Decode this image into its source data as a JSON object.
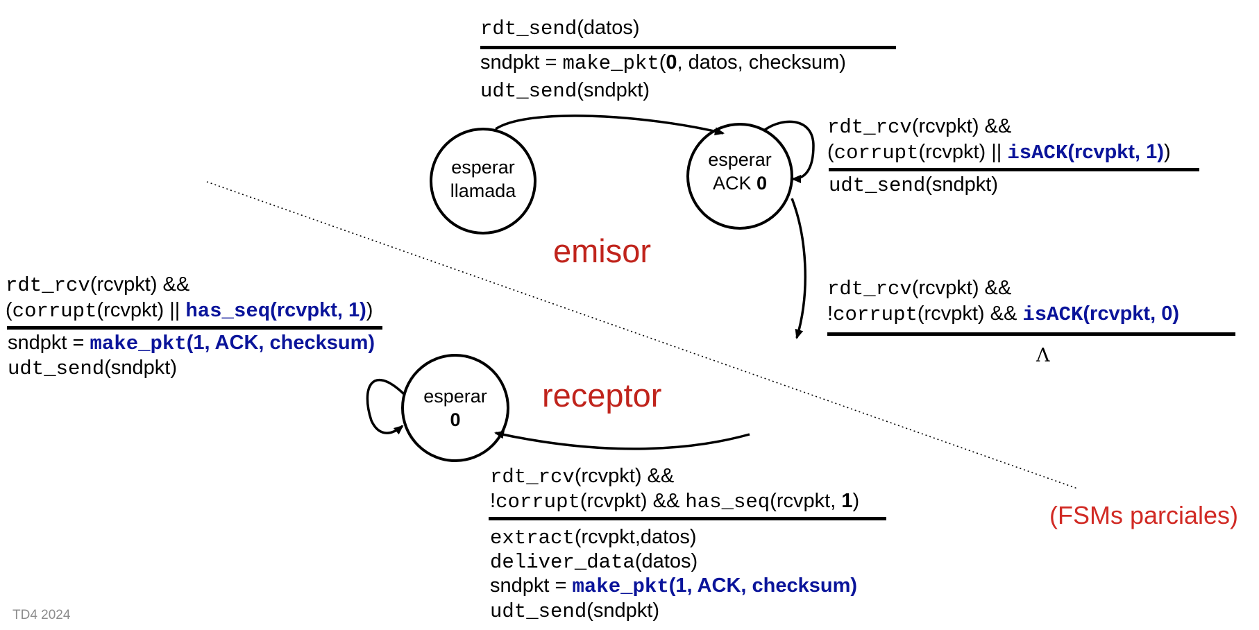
{
  "sender_top": {
    "event_fn": "rdt_send",
    "event_arg": "(datos)",
    "action1_lhs": "sndpkt = ",
    "action1_fn": "make_pkt",
    "action1_open": "(",
    "action1_seq": "0",
    "action1_rest": ", datos, checksum)",
    "action2_fn": "udt_send",
    "action2_arg": "(sndpkt)"
  },
  "states": {
    "esperar_llamada": {
      "line1": "esperar",
      "line2": "llamada"
    },
    "esperar_ack0": {
      "line1": "esperar",
      "line2_text": "ACK ",
      "line2_bold": "0"
    },
    "esperar_0": {
      "line1": "esperar",
      "line2": "0"
    }
  },
  "sender_self": {
    "l1_fn": "rdt_rcv",
    "l1_arg": "(rcvpkt) &&",
    "l2_open": "(",
    "l2_fn": "corrupt",
    "l2_arg": "(rcvpkt) || ",
    "l2_blue_fn": "isACK",
    "l2_blue_arg": "(rcvpkt, 1)",
    "l2_close": ")",
    "action_fn": "udt_send",
    "action_arg": "(sndpkt)"
  },
  "sender_down": {
    "l1_fn": "rdt_rcv",
    "l1_arg": "(rcvpkt) &&",
    "l2_bang": "!",
    "l2_fn": "corrupt",
    "l2_arg": "(rcvpkt) && ",
    "l2_blue_fn": "isACK",
    "l2_blue_arg": "(rcvpkt, 0)",
    "action": "Λ"
  },
  "receiver_self": {
    "l1_fn": "rdt_rcv",
    "l1_arg": "(rcvpkt) &&",
    "l2_open": "(",
    "l2_fn": "corrupt",
    "l2_arg": "(rcvpkt) || ",
    "l2_blue_fn": "has_seq",
    "l2_blue_arg": "(rcvpkt, 1)",
    "l2_close": ")",
    "a1_lhs": "sndpkt = ",
    "a1_blue_fn": "make_pkt",
    "a1_blue_arg": "(1, ACK, checksum)",
    "a2_fn": "udt_send",
    "a2_arg": "(sndpkt)"
  },
  "receiver_in": {
    "l1_fn": "rdt_rcv",
    "l1_arg": "(rcvpkt) &&",
    "l2_bang": "!",
    "l2_fn": "corrupt",
    "l2_arg": "(rcvpkt) && ",
    "l2_fn2": "has_seq",
    "l2_arg2": "(rcvpkt, ",
    "l2_seq": "1",
    "l2_close": ")",
    "a1_fn": "extract",
    "a1_arg": "(rcvpkt,datos)",
    "a2_fn": "deliver_data",
    "a2_arg": "(datos)",
    "a3_lhs": "sndpkt = ",
    "a3_blue_fn": "make_pkt",
    "a3_blue_arg": "(1, ACK, checksum)",
    "a4_fn": "udt_send",
    "a4_arg": "(sndpkt)"
  },
  "roles": {
    "sender": "emisor",
    "receiver": "receptor"
  },
  "note": "(FSMs parciales)",
  "footer": "TD4 2024",
  "colors": {
    "role": "#c0241c",
    "note": "#d12a24",
    "keyword_blue": "#0a149a",
    "footer": "#8c8c8c"
  }
}
